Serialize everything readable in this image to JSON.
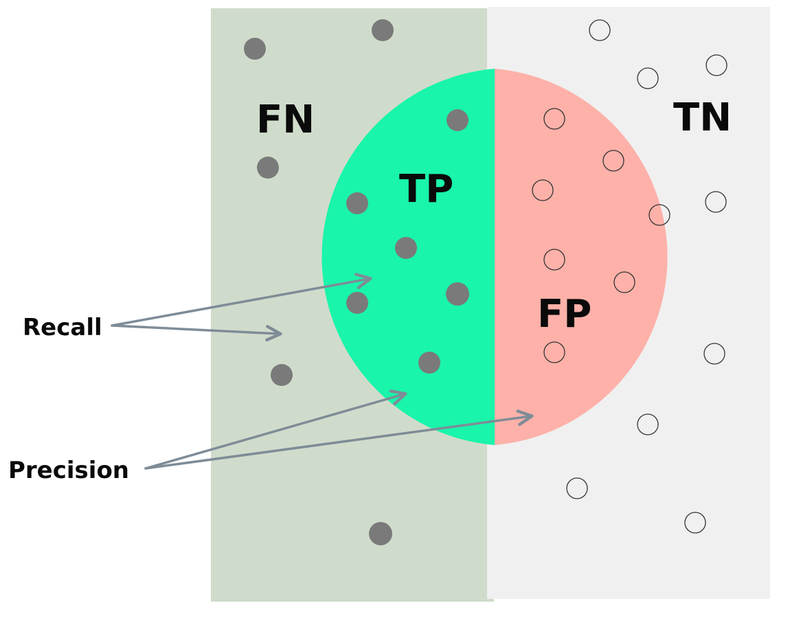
{
  "labels": {
    "fn": "FN",
    "tn": "TN",
    "tp": "TP",
    "fp": "FP",
    "recall": "Recall",
    "precision": "Precision"
  },
  "colors": {
    "relevant_region": "#d0dccb",
    "irrelevant_region": "#f0f0f0",
    "true_positive": "#19f5aa",
    "false_positive": "#fdb1a9",
    "relevant_item": "#7a7a7a",
    "irrelevant_item": "#333333",
    "arrow": "#7e8c97"
  },
  "icons": {
    "relevant_item": "filled-circle-icon",
    "irrelevant_item": "hollow-circle-icon"
  }
}
